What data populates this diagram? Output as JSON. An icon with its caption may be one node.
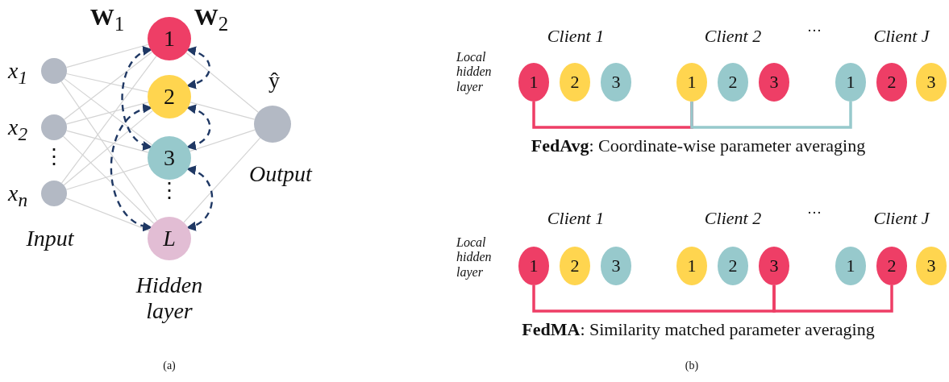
{
  "diagram": {
    "nodes": [
      {
        "text": [],
        "shape": "circle",
        "beside": [
          "x$_{1}$"
        ]
      },
      {
        "text": [],
        "shape": "circle",
        "beside": [
          "x$_{2}$"
        ]
      },
      {
        "text": [],
        "shape": "circle",
        "beside": [
          "x$_{n}$"
        ]
      },
      {
        "text": [
          "1"
        ]
      },
      {
        "text": [
          "2"
        ]
      },
      {
        "text": [
          "3"
        ]
      },
      {
        "text": [
          "L"
        ]
      },
      {
        "text": [],
        "shape": "circle",
        "beside": [
          "ŷ"
        ]
      },
      {
        "text": [
          "1"
        ]
      },
      {
        "text": [
          "2"
        ]
      },
      {
        "text": [
          "3"
        ]
      },
      {
        "text": [
          "1"
        ]
      },
      {
        "text": [
          "2"
        ]
      },
      {
        "text": [
          "3"
        ]
      },
      {
        "text": [
          "1"
        ]
      },
      {
        "text": [
          "2"
        ]
      },
      {
        "text": [
          "3"
        ]
      },
      {
        "text": [
          "1"
        ]
      },
      {
        "text": [
          "2"
        ]
      },
      {
        "text": [
          "3"
        ]
      },
      {
        "text": [
          "1"
        ]
      },
      {
        "text": [
          "2"
        ]
      },
      {
        "text": [
          "3"
        ]
      },
      {
        "text": [
          "1"
        ]
      },
      {
        "text": [
          "2"
        ]
      },
      {
        "text": [
          "3"
        ]
      }
    ],
    "edges": [
      {
        "from": 0,
        "to": 3,
        "arrow": "none"
      },
      {
        "from": 0,
        "to": 4,
        "arrow": "none"
      },
      {
        "from": 0,
        "to": 5,
        "arrow": "none"
      },
      {
        "from": 0,
        "to": 6,
        "arrow": "none"
      },
      {
        "from": 1,
        "to": 3,
        "arrow": "none"
      },
      {
        "from": 1,
        "to": 4,
        "arrow": "none"
      },
      {
        "from": 1,
        "to": 5,
        "arrow": "none"
      },
      {
        "from": 1,
        "to": 6,
        "arrow": "none"
      },
      {
        "from": 2,
        "to": 3,
        "arrow": "none"
      },
      {
        "from": 2,
        "to": 4,
        "arrow": "none"
      },
      {
        "from": 2,
        "to": 5,
        "arrow": "none"
      },
      {
        "from": 2,
        "to": 6,
        "arrow": "none"
      },
      {
        "from": 7,
        "to": 3,
        "arrow": "none"
      },
      {
        "from": 7,
        "to": 4,
        "arrow": "none"
      },
      {
        "from": 7,
        "to": 5,
        "arrow": "none"
      },
      {
        "from": 7,
        "to": 6,
        "arrow": "none"
      },
      {
        "from": 3,
        "to": 5,
        "arrow": "both",
        "style": "dashed",
        "color": "#1f3864"
      },
      {
        "from": 4,
        "to": 6,
        "arrow": "both",
        "style": "dashed",
        "color": "#1f3864"
      },
      {
        "from": 3,
        "to": 4,
        "arrow": "both",
        "style": "dashed",
        "color": "#1f3864"
      },
      {
        "from": 4,
        "to": 5,
        "arrow": "both",
        "style": "dashed",
        "color": "#1f3864"
      },
      {
        "from": 5,
        "to": 6,
        "arrow": "both",
        "style": "dashed",
        "color": "#1f3864"
      },
      {
        "from": 8,
        "to": 11,
        "arrow": "none",
        "style": "thick",
        "color": "#ee3e66"
      },
      {
        "from": 11,
        "to": 14,
        "arrow": "none",
        "style": "thick",
        "color": "#97c9cc"
      },
      {
        "from": 17,
        "to": 22,
        "arrow": "none",
        "style": "thick",
        "color": "#ee3e66"
      },
      {
        "from": 22,
        "to": 24,
        "arrow": "none",
        "style": "thick",
        "color": "#ee3e66"
      }
    ],
    "labels": [
      "**W**$_{1}$",
      "**W**$_{2}$",
      "⋮",
      "⋮",
      "Input",
      "Hidden layer",
      "Output",
      "(a)",
      "Client 1",
      "Client 2",
      "···",
      "Client J",
      "Local hidden layer",
      "**FedAvg**: Coordinate-wise parameter averaging",
      "Client 1",
      "Client 2",
      "···",
      "Client J",
      "Local hidden layer",
      "**FedMA**: Similarity matched parameter averaging",
      "(b)"
    ]
  }
}
